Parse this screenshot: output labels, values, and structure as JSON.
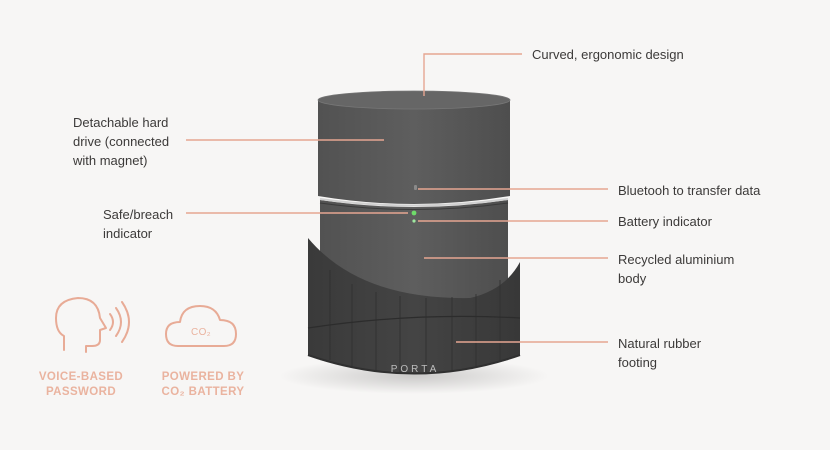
{
  "product": {
    "brand": "PORTA"
  },
  "callouts": {
    "top": "Curved, ergonomic design",
    "hard_drive": "Detachable hard\ndrive (connected\nwith magnet)",
    "bluetooth": "Bluetooh to transfer data",
    "safe_breach": "Safe/breach\nindicator",
    "battery": "Battery indicator",
    "body": "Recycled aluminium\nbody",
    "footing": "Natural rubber\nfooting"
  },
  "features": {
    "voice": "VOICE-BASED\nPASSWORD",
    "co2": "POWERED BY\nCO₂ BATTERY",
    "cloud_text": "CO₂"
  },
  "colors": {
    "background": "#f7f6f5",
    "device_body": "#5a5a5a",
    "device_top": "#636363",
    "rubber_foot": "#3e3e3e",
    "accent": "#e6a692",
    "feature_text": "#eab39f",
    "led": "#6fdc6a"
  },
  "icons": {
    "voice": "speaking-head-icon",
    "co2": "cloud-icon"
  }
}
